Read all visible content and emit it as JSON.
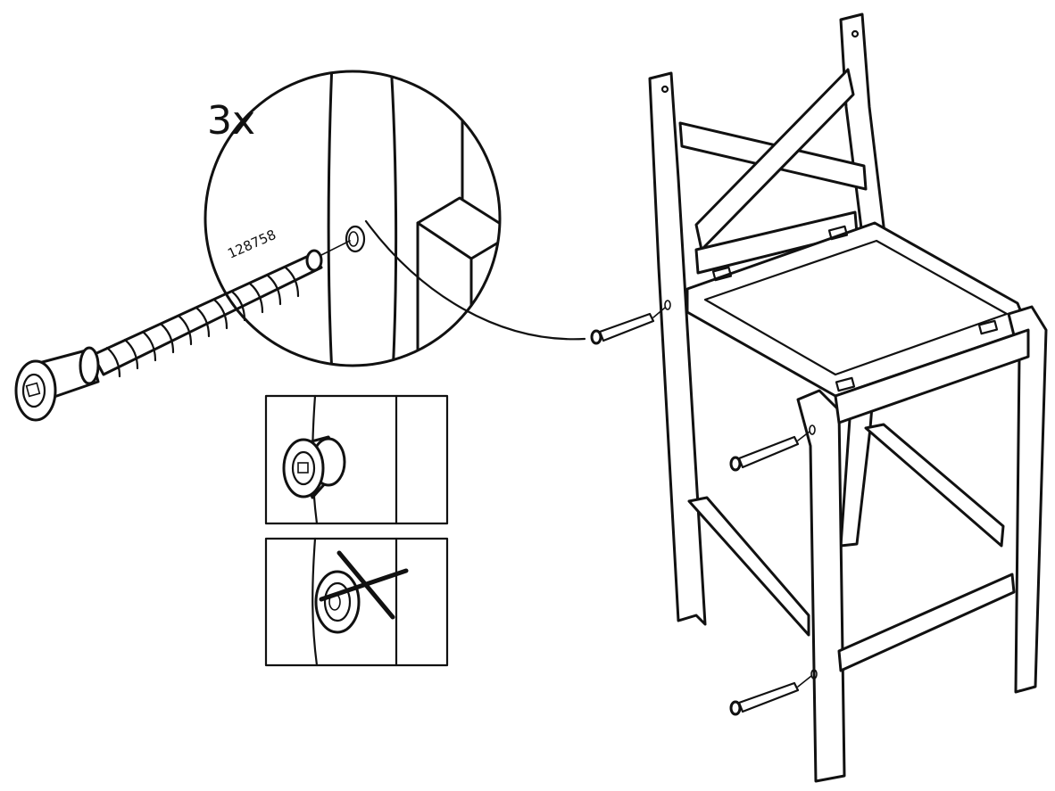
{
  "instruction": {
    "quantity_label": "3x",
    "part_number": "128758"
  },
  "panels": {
    "correct": "correct-flush-example",
    "incorrect": "incorrect-example"
  },
  "colors": {
    "ink": "#111111",
    "paper": "#ffffff"
  },
  "icons": {
    "screw": "bolt-icon",
    "cross_mark": "x-mark-icon"
  }
}
